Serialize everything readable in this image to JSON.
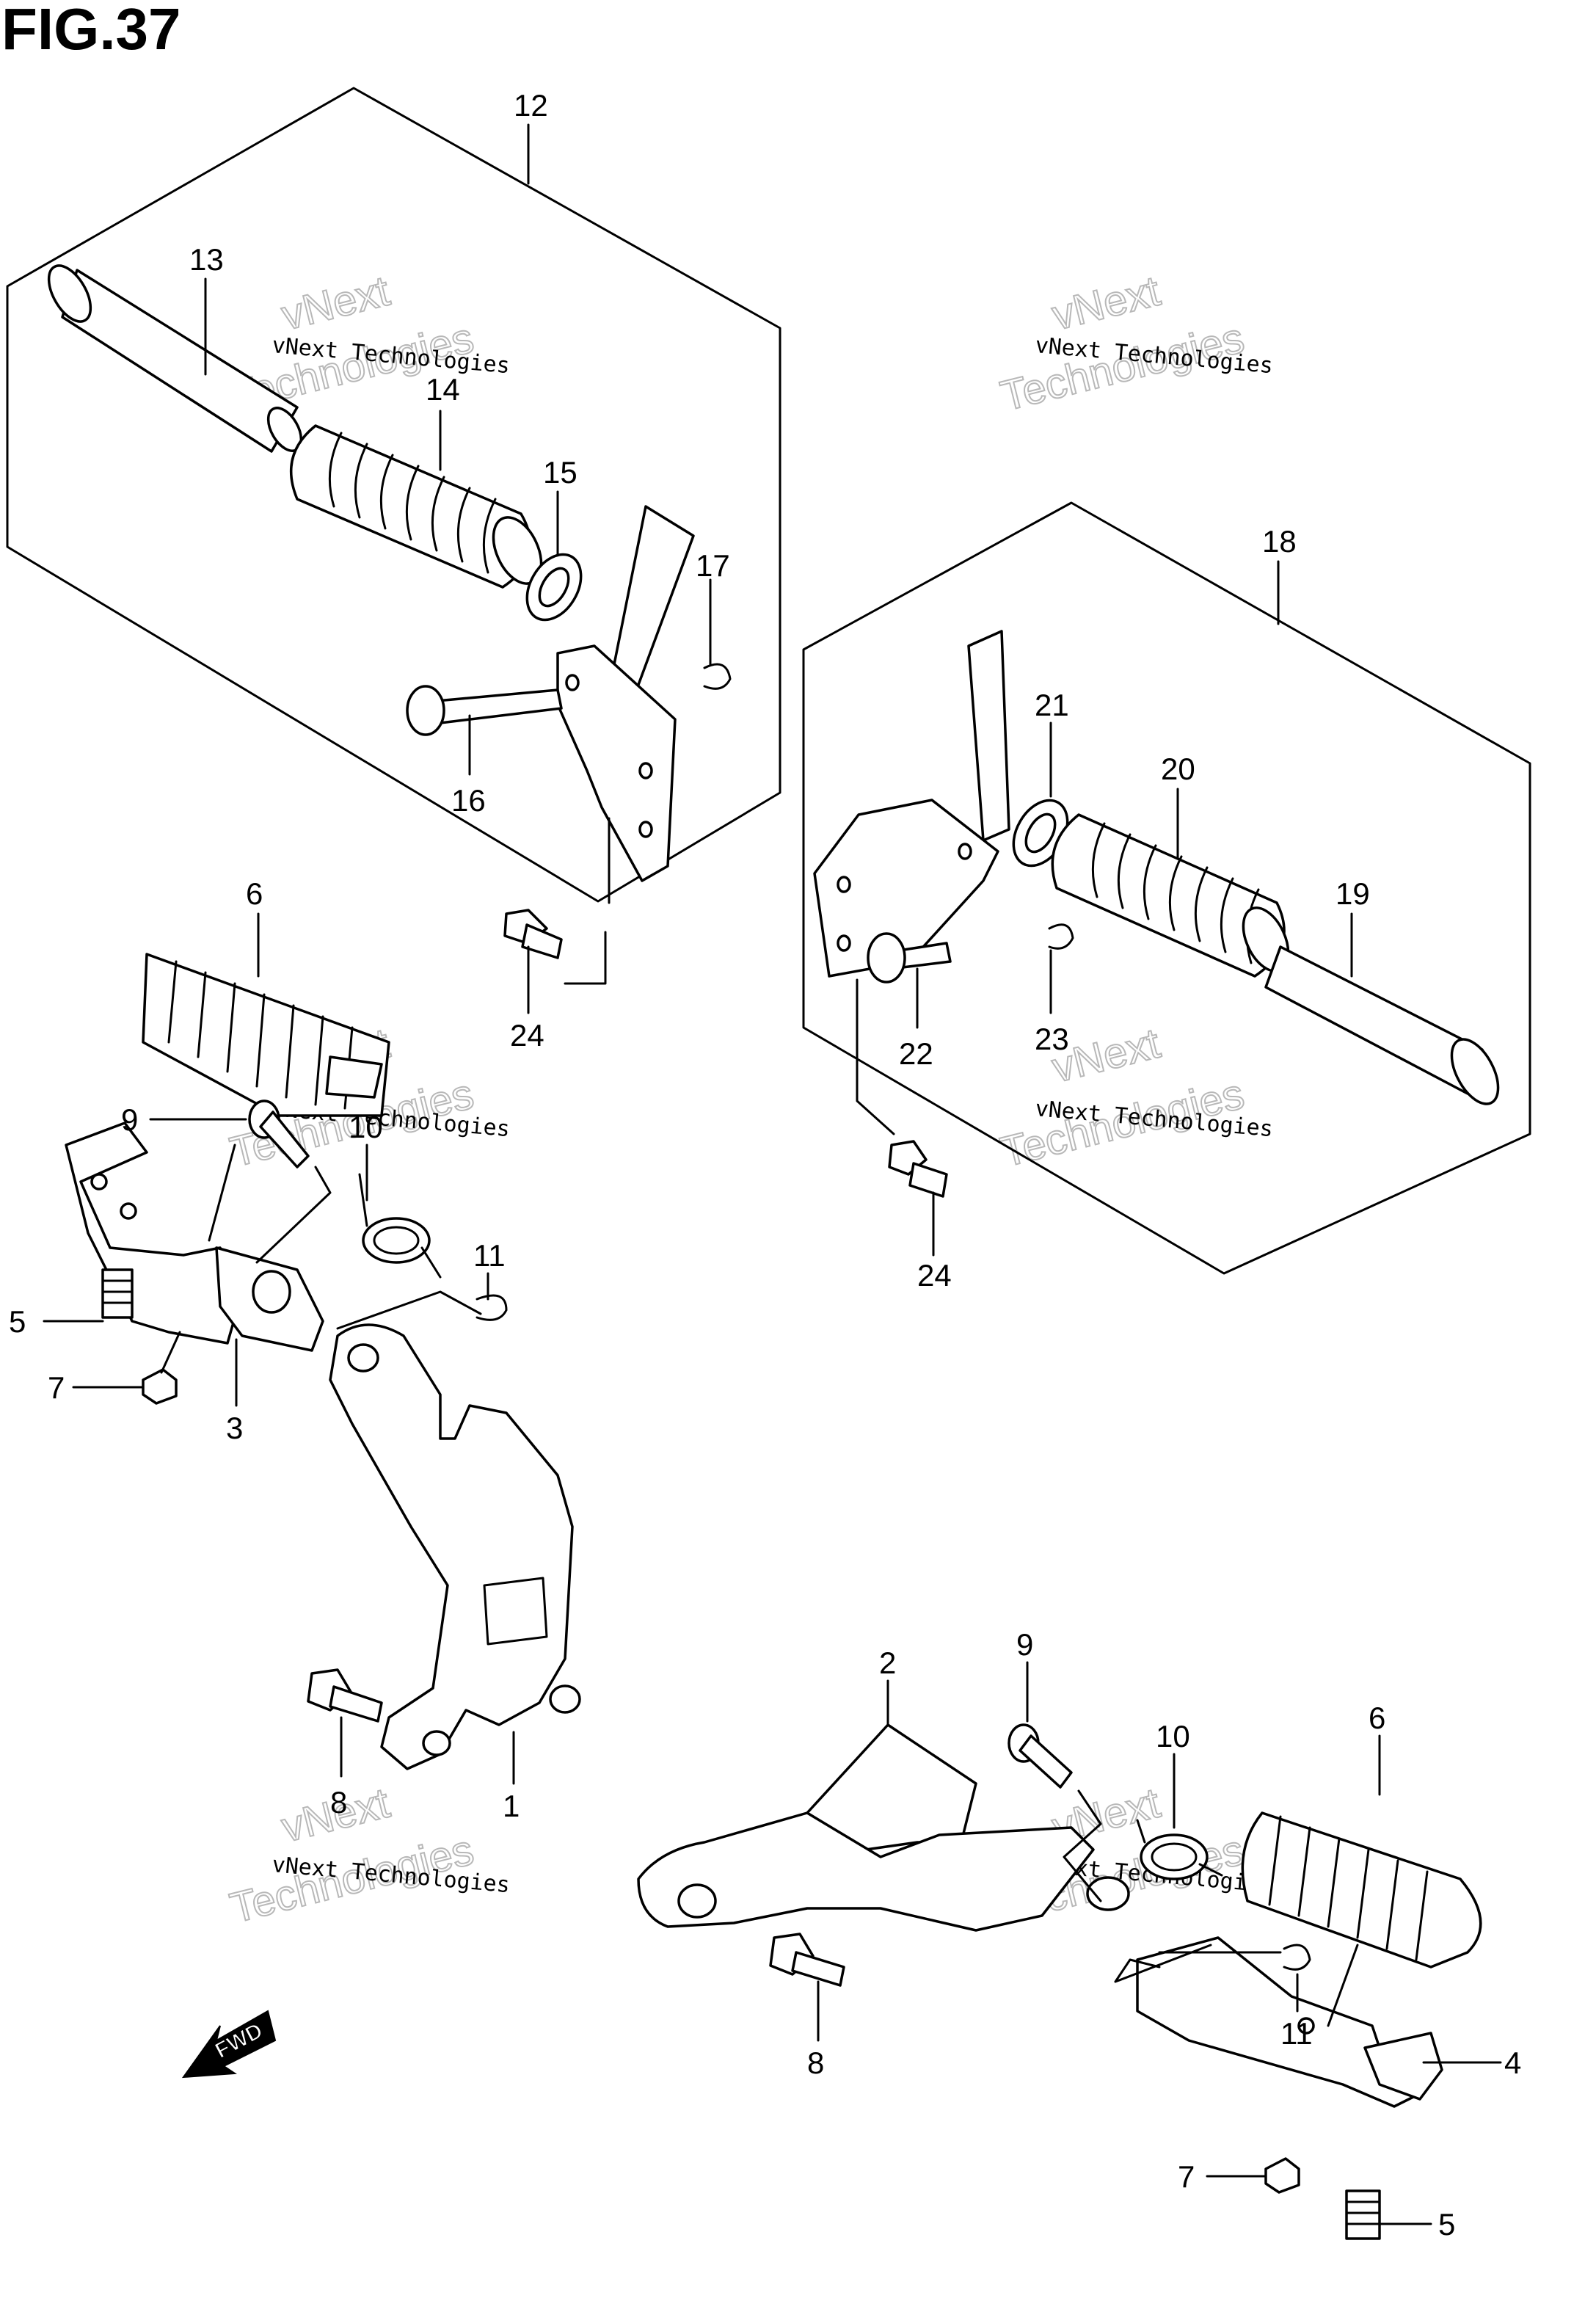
{
  "figure": {
    "title": "FIG.37"
  },
  "watermark": {
    "line1": "vNext Technologies",
    "line2a": "vNext",
    "line2b": "Technologies"
  },
  "arrow": {
    "label": "FWD"
  },
  "callouts": {
    "c1": "1",
    "c2": "2",
    "c3": "3",
    "c4": "4",
    "c5": "5",
    "c6": "6",
    "c7": "7",
    "c8": "8",
    "c9": "9",
    "c10": "10",
    "c11": "11",
    "c12": "12",
    "c13": "13",
    "c14": "14",
    "c15": "15",
    "c16": "16",
    "c17": "17",
    "c18": "18",
    "c19": "19",
    "c20": "20",
    "c21": "21",
    "c22": "22",
    "c23": "23",
    "c24": "24"
  }
}
